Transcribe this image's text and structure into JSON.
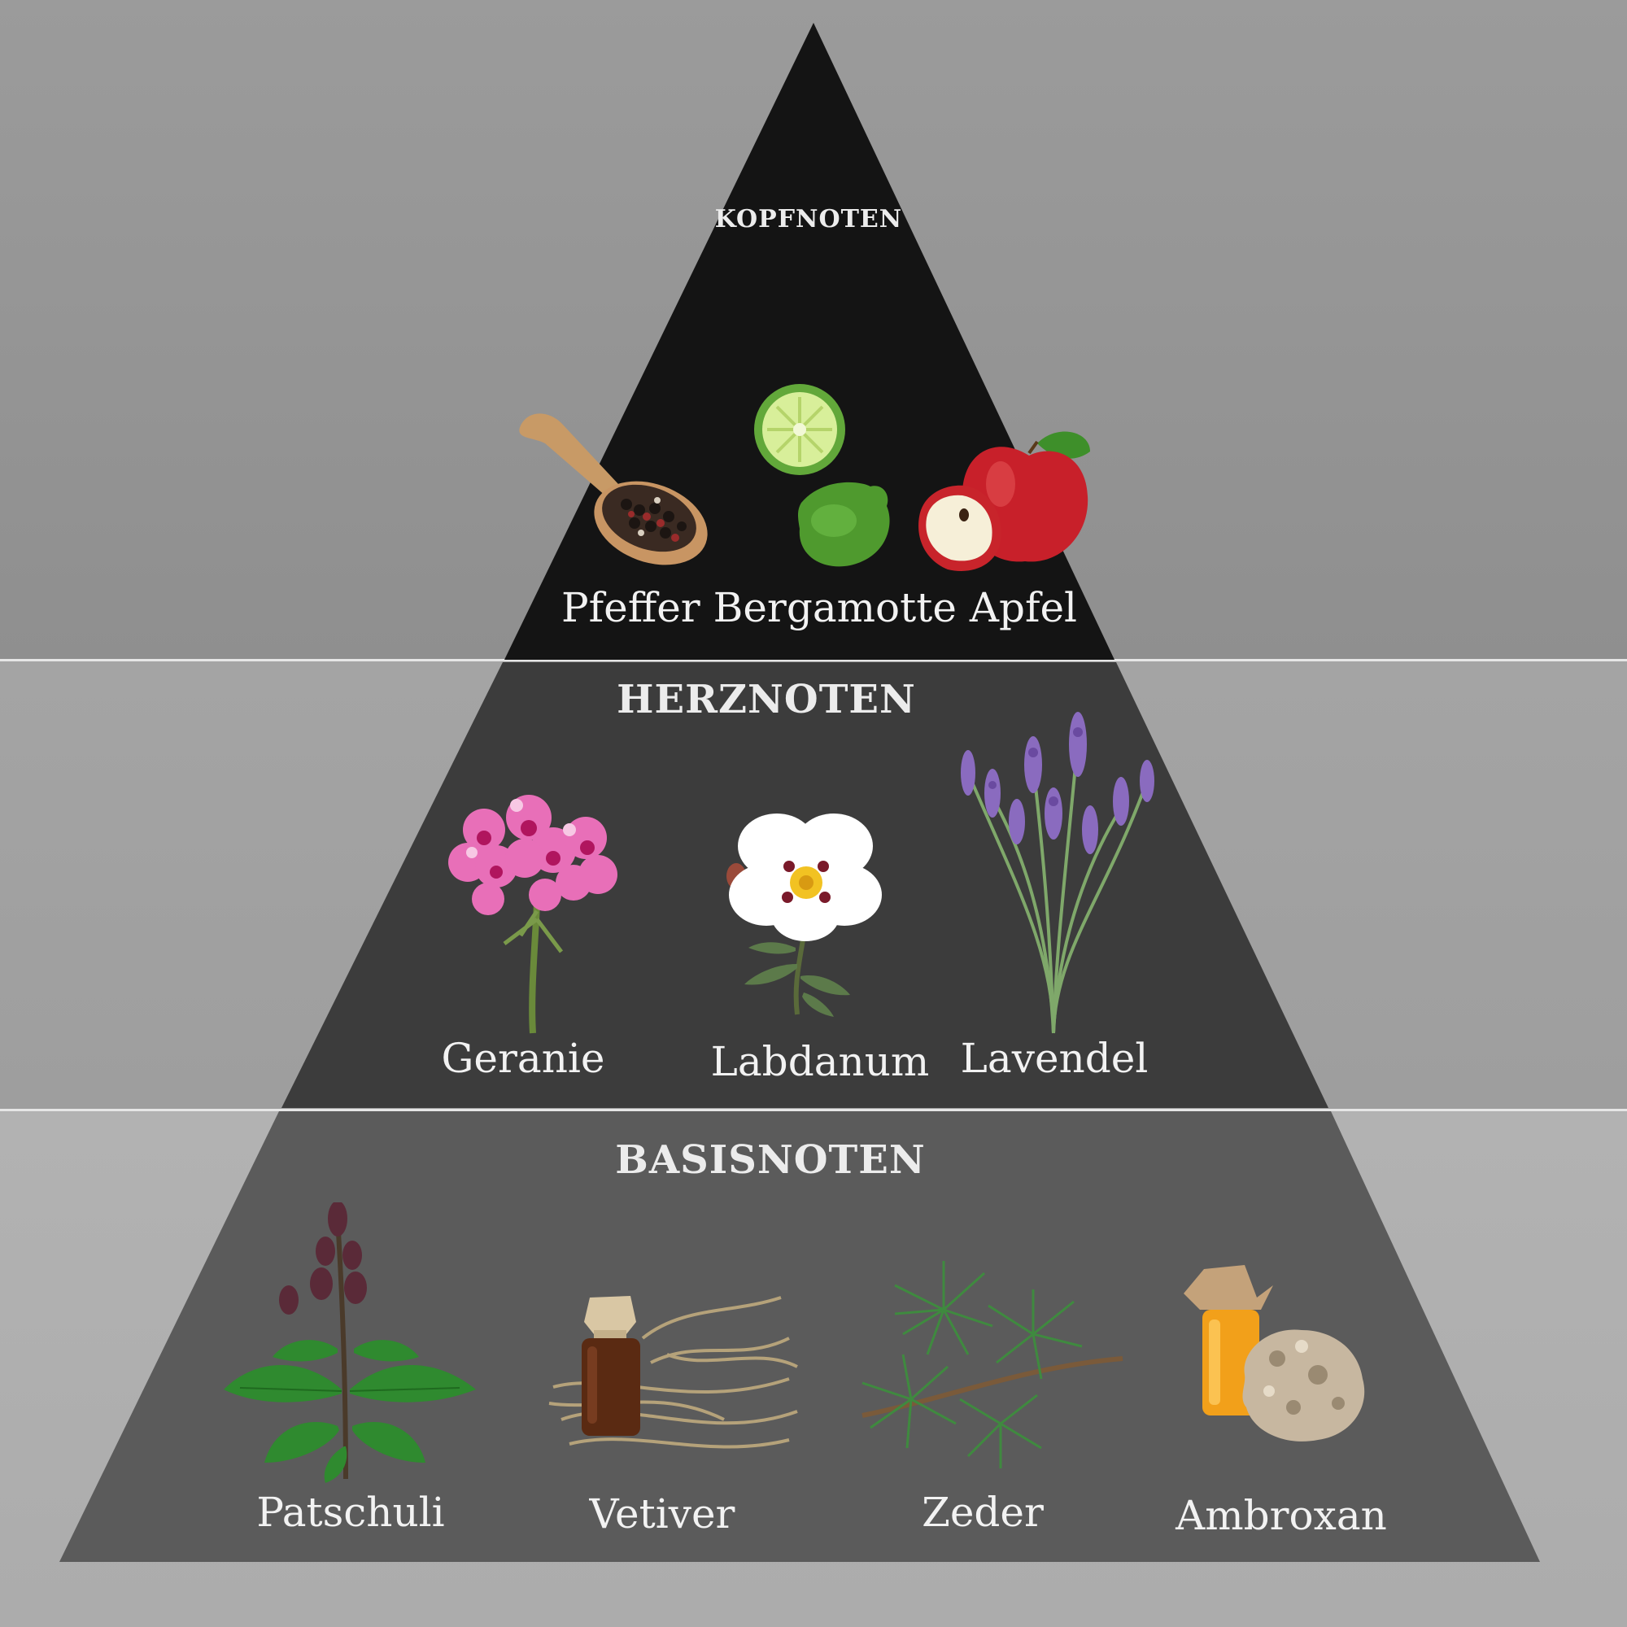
{
  "pyramid": {
    "top": {
      "title": "KOPFNOTEN",
      "notes_line": "Pfeffer Bergamotte Apfel",
      "notes": [
        {
          "name": "Pfeffer",
          "icon": "pepper-spoon-icon"
        },
        {
          "name": "Bergamotte",
          "icon": "bergamot-icon"
        },
        {
          "name": "Apfel",
          "icon": "apple-icon"
        }
      ]
    },
    "heart": {
      "title": "HERZNOTEN",
      "notes": [
        {
          "name": "Geranie",
          "icon": "geranium-icon"
        },
        {
          "name": "Labdanum",
          "icon": "labdanum-flower-icon"
        },
        {
          "name": "Lavendel",
          "icon": "lavender-icon"
        }
      ]
    },
    "base": {
      "title": "BASISNOTEN",
      "notes": [
        {
          "name": "Patschuli",
          "icon": "patchouli-icon"
        },
        {
          "name": "Vetiver",
          "icon": "vetiver-icon"
        },
        {
          "name": "Zeder",
          "icon": "cedar-icon"
        },
        {
          "name": "Ambroxan",
          "icon": "ambroxan-icon"
        }
      ]
    }
  },
  "colors": {
    "top_tier": "#141414",
    "heart_tier": "#3c3c3c",
    "base_tier": "#5a5a5a",
    "label_text": "#f2f2f2"
  }
}
